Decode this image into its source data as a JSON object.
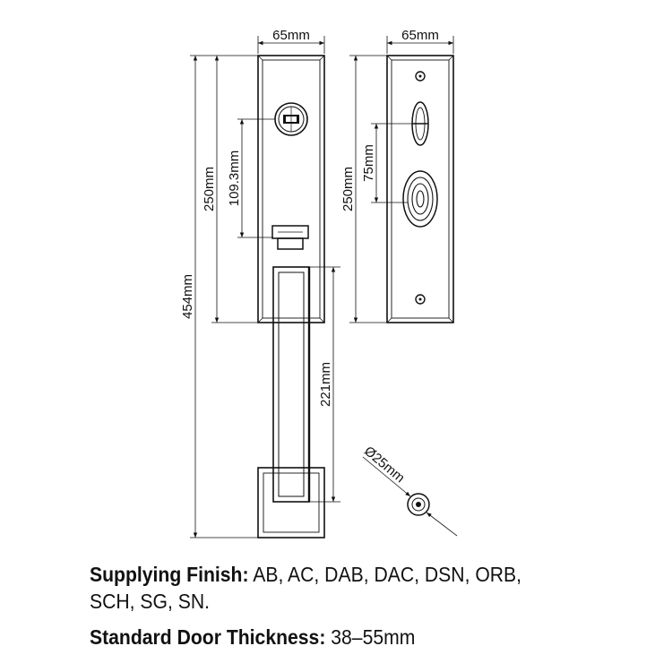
{
  "dimensions": {
    "front_width": "65mm",
    "back_width": "65mm",
    "front_plate_height": "250mm",
    "back_plate_height": "250mm",
    "overall_height": "454mm",
    "cylinder_to_thumb": "109.3mm",
    "knob_spacing": "75mm",
    "handle_length": "221mm",
    "cylinder_diameter": "Ø25mm"
  },
  "specs": {
    "finish_label": "Supplying Finish:",
    "finish_value_line1": "AB, AC, DAB, DAC, DSN, ORB,",
    "finish_value_line2": "SCH, SG, SN.",
    "thickness_label": "Standard Door Thickness:",
    "thickness_value": "38–55mm"
  },
  "colors": {
    "ink": "#111111",
    "background": "#ffffff"
  }
}
